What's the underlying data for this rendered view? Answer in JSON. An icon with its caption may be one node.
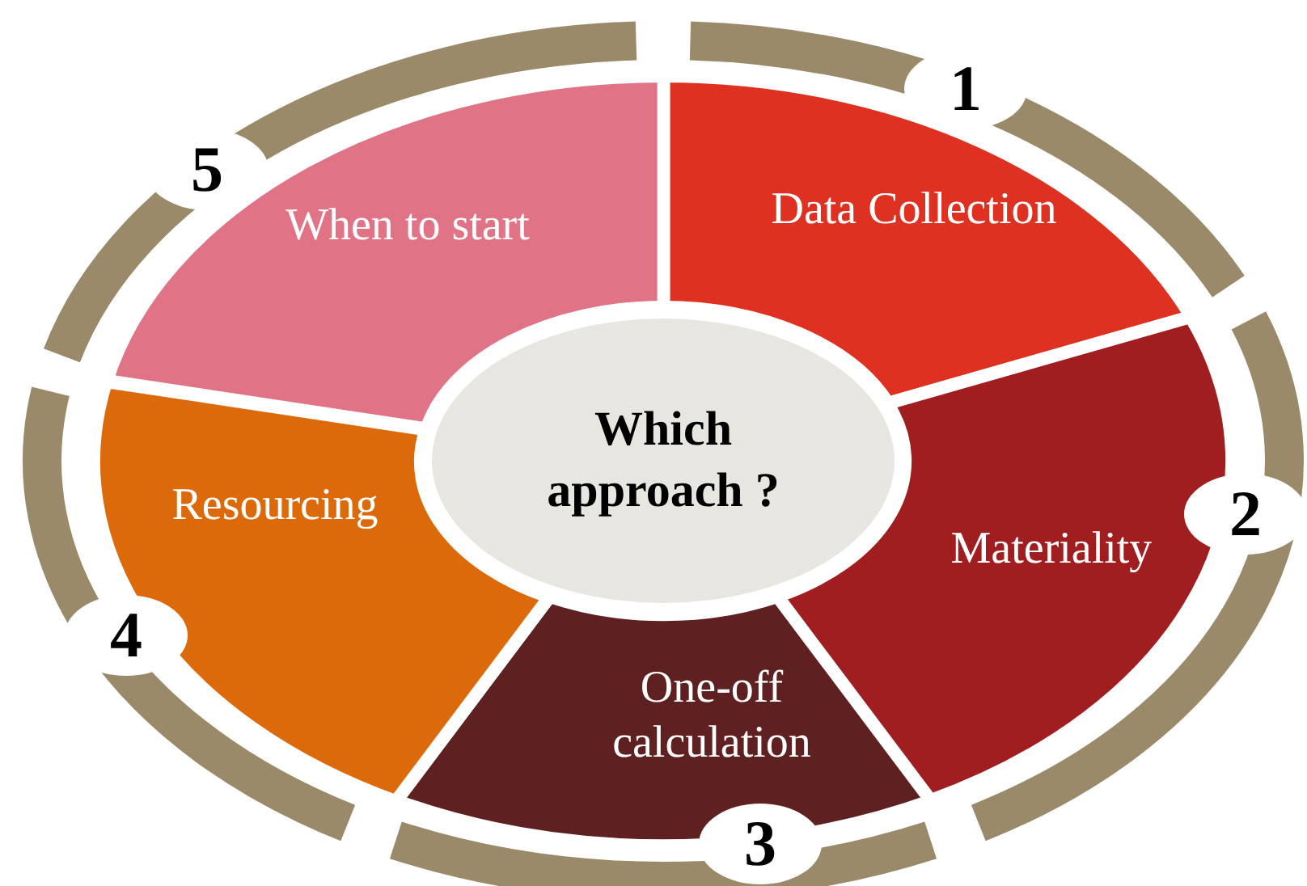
{
  "diagram": {
    "nodes": [
      {
        "text": [
          "Which approach ?"
        ]
      },
      {
        "text": [
          "Data Collection"
        ]
      },
      {
        "text": [
          "1"
        ]
      },
      {
        "text": [
          "Materiality"
        ]
      },
      {
        "text": [
          "2"
        ]
      },
      {
        "text": [
          "One-off calculation"
        ]
      },
      {
        "text": [
          "3"
        ]
      },
      {
        "text": [
          "Resourcing"
        ]
      },
      {
        "text": [
          "4"
        ]
      },
      {
        "text": [
          "When to start"
        ]
      },
      {
        "text": [
          "5"
        ]
      }
    ]
  }
}
